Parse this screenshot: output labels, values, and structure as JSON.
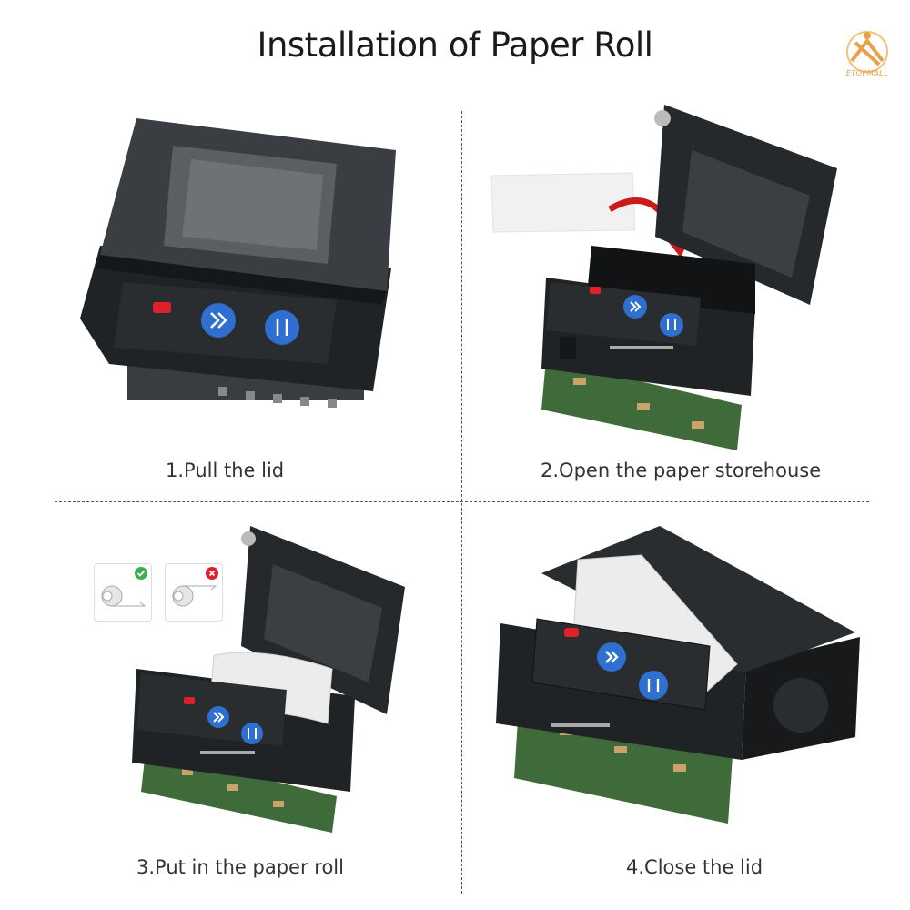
{
  "title": "Installation of Paper Roll",
  "brand": {
    "logo_text": "ETOPMALL",
    "accent": "#e8a04a"
  },
  "colors": {
    "printer_body": "#1e2124",
    "button_blue": "#2f6fd0",
    "led_red": "#e0202a",
    "pcb_green": "#3f6b3a"
  },
  "steps": [
    {
      "caption": "1.Pull the lid"
    },
    {
      "caption": "2.Open the paper storehouse"
    },
    {
      "caption": "3.Put in the paper roll"
    },
    {
      "caption": "4.Close the lid"
    }
  ],
  "roll_hints": [
    {
      "status": "correct",
      "icon": "check-icon"
    },
    {
      "status": "incorrect",
      "icon": "cross-icon"
    }
  ]
}
